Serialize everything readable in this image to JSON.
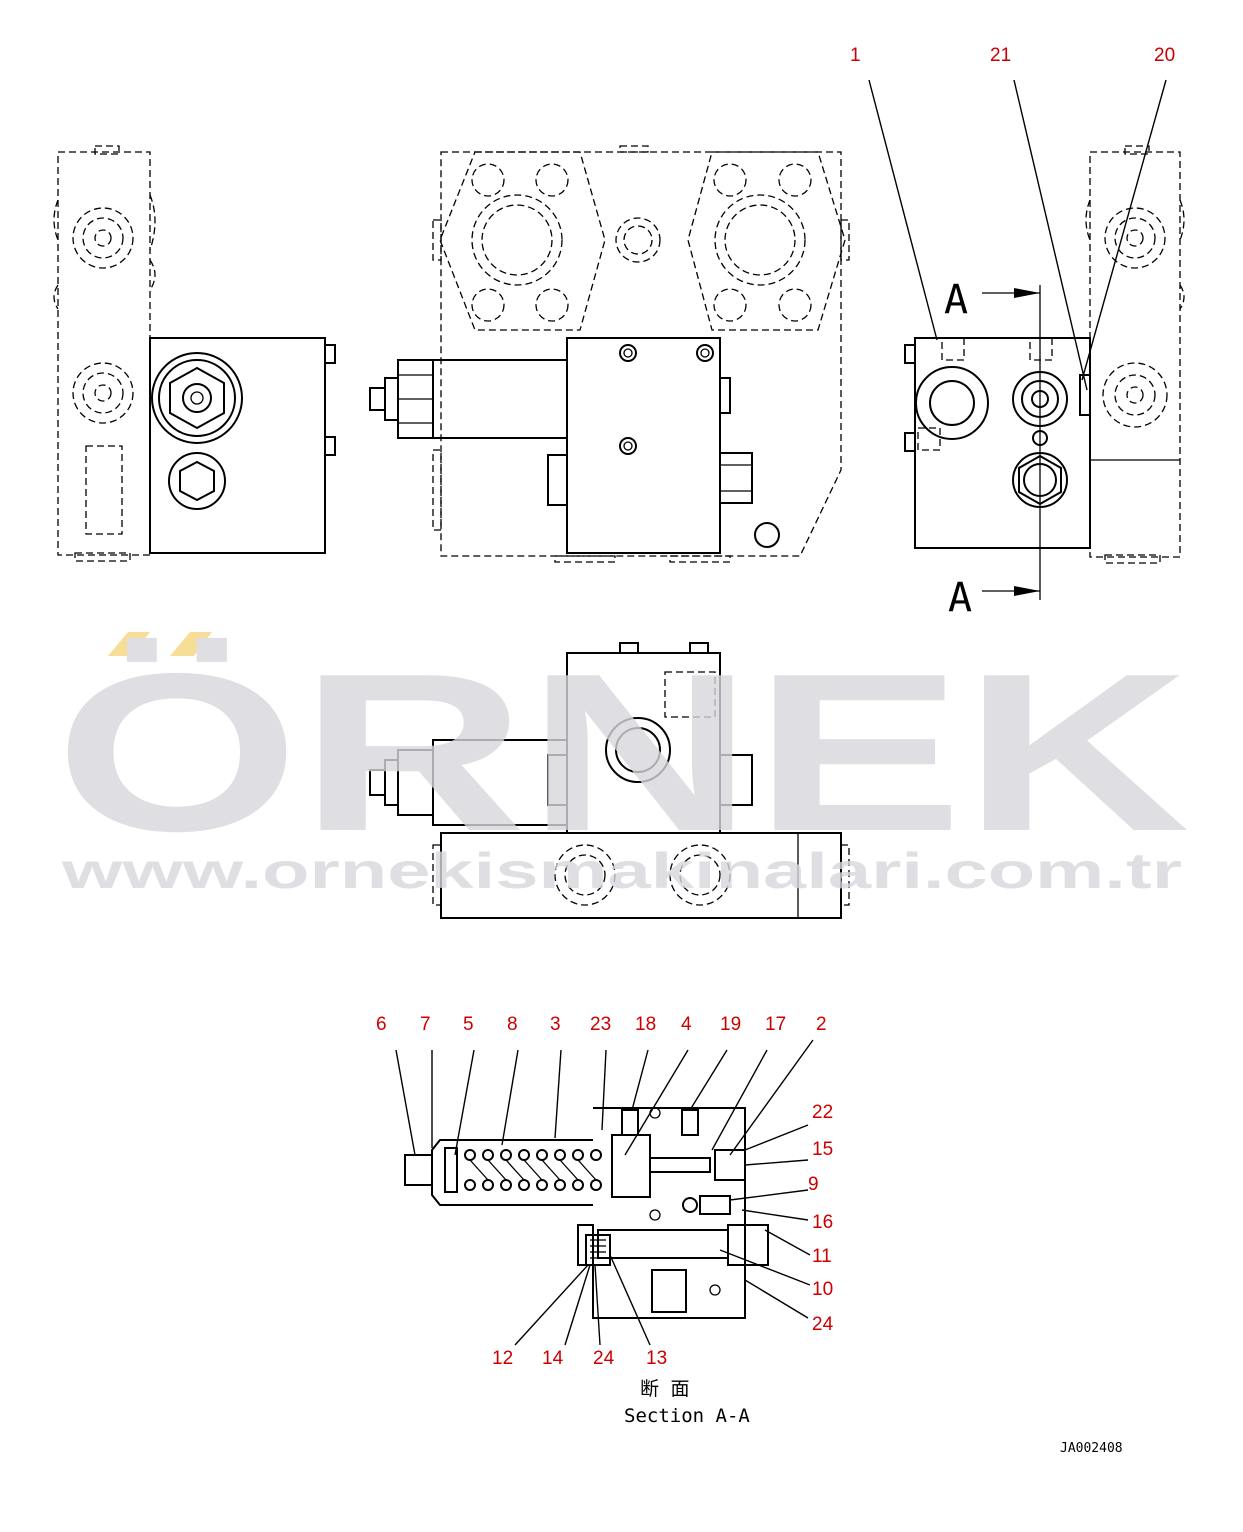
{
  "watermark": {
    "brand": "ÖRNEK",
    "url": "www.ornekismakinalari.com.tr",
    "colors": {
      "text": "#d8d6dc",
      "accent": "#f6d67c"
    }
  },
  "section_marks": {
    "top": "A",
    "bottom": "A"
  },
  "callouts_top": {
    "c1": "1",
    "c21": "21",
    "c20": "20"
  },
  "callouts_section": {
    "c6": "6",
    "c7": "7",
    "c5": "5",
    "c8": "8",
    "c3": "3",
    "c23": "23",
    "c18": "18",
    "c4": "4",
    "c19": "19",
    "c17": "17",
    "c2": "2",
    "c22": "22",
    "c15": "15",
    "c9": "9",
    "c16": "16",
    "c11": "11",
    "c10": "10",
    "c24r": "24",
    "c12": "12",
    "c14": "14",
    "c24b": "24",
    "c13": "13"
  },
  "caption": {
    "jp": "断 面",
    "en": "Section A-A"
  },
  "drawing_code": "JA002408",
  "colors": {
    "callout": "#cc0000",
    "line": "#000000"
  }
}
